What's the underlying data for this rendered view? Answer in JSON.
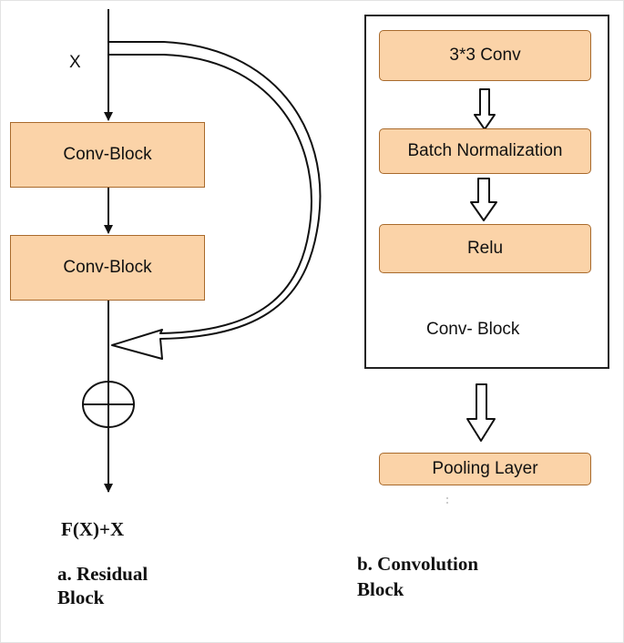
{
  "residual": {
    "input_label": "X",
    "block1": "Conv-Block",
    "block2": "Conv-Block",
    "output_label": "F(X)+X",
    "caption_line1": "a. Residual",
    "caption_line2": "Block"
  },
  "conv_block": {
    "step1": "3*3 Conv",
    "step2": "Batch Normalization",
    "step3": "Relu",
    "container_label": "Conv- Block",
    "pooling": "Pooling Layer",
    "caption_line1": "b. Convolution",
    "caption_line2": "Block"
  },
  "colors": {
    "box_fill": "#fbd3a8",
    "box_border": "#a86a2c",
    "line": "#111111"
  },
  "icons": [
    "arrow-down-icon",
    "hollow-arrow-down-icon",
    "curved-skip-arrow-icon",
    "circled-plus-icon"
  ]
}
